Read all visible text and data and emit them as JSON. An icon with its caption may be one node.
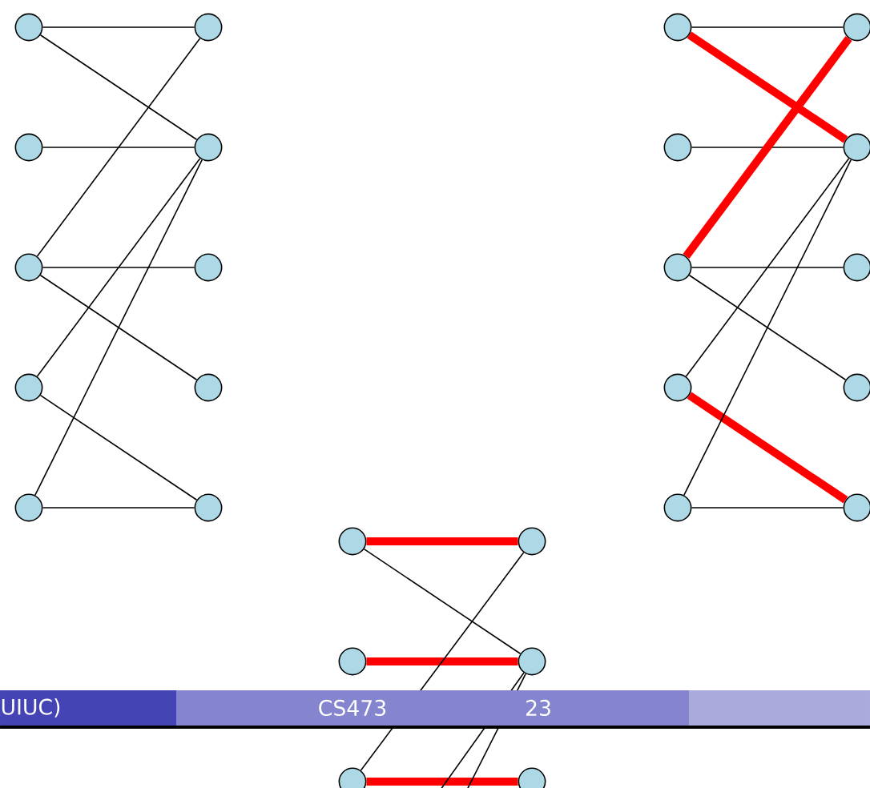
{
  "diagram": {
    "nodes": [
      {
        "text": [],
        "shape": "circle"
      },
      {
        "text": [],
        "shape": "circle"
      },
      {
        "text": [],
        "shape": "circle"
      },
      {
        "text": [],
        "shape": "circle"
      },
      {
        "text": [],
        "shape": "circle"
      },
      {
        "text": [],
        "shape": "circle"
      },
      {
        "text": [],
        "shape": "circle"
      },
      {
        "text": [],
        "shape": "circle"
      },
      {
        "text": [],
        "shape": "circle"
      },
      {
        "text": [],
        "shape": "circle"
      },
      {
        "text": [],
        "shape": "circle"
      },
      {
        "text": [],
        "shape": "circle"
      },
      {
        "text": [],
        "shape": "circle"
      },
      {
        "text": [],
        "shape": "circle"
      },
      {
        "text": [],
        "shape": "circle"
      },
      {
        "text": [],
        "shape": "circle"
      },
      {
        "text": [],
        "shape": "circle"
      },
      {
        "text": [],
        "shape": "circle"
      },
      {
        "text": [],
        "shape": "circle"
      },
      {
        "text": [],
        "shape": "circle"
      },
      {
        "text": [],
        "shape": "circle"
      },
      {
        "text": [],
        "shape": "circle"
      },
      {
        "text": [],
        "shape": "circle"
      },
      {
        "text": [],
        "shape": "circle"
      },
      {
        "text": [],
        "shape": "circle"
      },
      {
        "text": [],
        "shape": "circle"
      }
    ],
    "edges": [
      {
        "from": 0,
        "to": 5,
        "arrow": "none"
      },
      {
        "from": 0,
        "to": 6,
        "arrow": "none"
      },
      {
        "from": 1,
        "to": 6,
        "arrow": "none"
      },
      {
        "from": 2,
        "to": 5,
        "arrow": "none"
      },
      {
        "from": 2,
        "to": 7,
        "arrow": "none"
      },
      {
        "from": 2,
        "to": 8,
        "arrow": "none"
      },
      {
        "from": 3,
        "to": 6,
        "arrow": "none"
      },
      {
        "from": 3,
        "to": 9,
        "arrow": "none"
      },
      {
        "from": 4,
        "to": 6,
        "arrow": "none"
      },
      {
        "from": 4,
        "to": 9,
        "arrow": "none"
      },
      {
        "from": 10,
        "to": 15,
        "arrow": "none"
      },
      {
        "from": 10,
        "to": 16,
        "arrow": "none",
        "style": "thick",
        "color": "#ff0000"
      },
      {
        "from": 11,
        "to": 16,
        "arrow": "none"
      },
      {
        "from": 12,
        "to": 15,
        "arrow": "none",
        "style": "thick",
        "color": "#ff0000"
      },
      {
        "from": 12,
        "to": 17,
        "arrow": "none"
      },
      {
        "from": 12,
        "to": 18,
        "arrow": "none"
      },
      {
        "from": 13,
        "to": 16,
        "arrow": "none"
      },
      {
        "from": 13,
        "to": 19,
        "arrow": "none",
        "style": "thick",
        "color": "#ff0000"
      },
      {
        "from": 14,
        "to": 16,
        "arrow": "none"
      },
      {
        "from": 14,
        "to": 19,
        "arrow": "none"
      },
      {
        "from": 20,
        "to": 23,
        "arrow": "none",
        "style": "thick",
        "color": "#ff0000"
      },
      {
        "from": 20,
        "to": 24,
        "arrow": "none"
      },
      {
        "from": 21,
        "to": 24,
        "arrow": "none",
        "style": "thick",
        "color": "#ff0000"
      },
      {
        "from": 22,
        "to": 23,
        "arrow": "none"
      },
      {
        "from": 22,
        "to": 25,
        "arrow": "none",
        "style": "thick",
        "color": "#ff0000"
      },
      {
        "from": 24,
        "to": null,
        "arrow": "none"
      },
      {
        "from": 24,
        "to": null,
        "arrow": "none"
      }
    ],
    "labels": [
      "UIUC)",
      "CS473",
      "23"
    ]
  }
}
